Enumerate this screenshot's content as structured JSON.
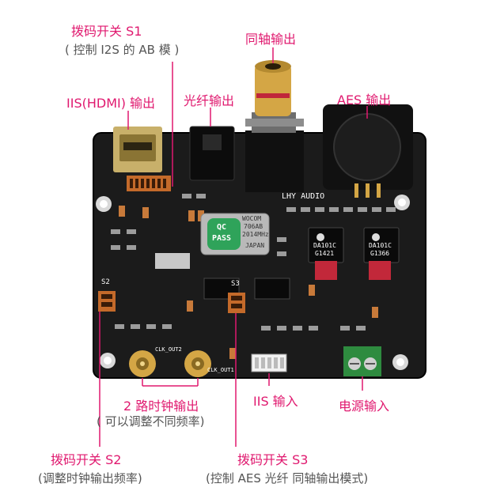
{
  "labels": {
    "s1": "拨码开关 S1",
    "s1_desc": "( 控制 I2S 的 AB 模 )",
    "coax_out": "同轴输出",
    "iis_hdmi_out": "IIS(HDMI) 输出",
    "optical_out": "光纤输出",
    "aes_out": "AES 输出",
    "clock_out": "2 路时钟输出",
    "clock_desc": "( 可以调整不同频率)",
    "iis_in": "IIS 输入",
    "power_in": "电源输入",
    "s2": "拨码开关 S2",
    "s2_desc": "(调整时钟输出频率)",
    "s3": "拨码开关 S3",
    "s3_desc": "(控制 AES 光纤 同轴输出模式)"
  },
  "board_text": {
    "brand": "LHY AUDIO",
    "qc_line1": "QC",
    "qc_line2": "PASS",
    "crystal_line1": "WOCOM",
    "crystal_line2": "706AB",
    "crystal_line3": "2014MHz",
    "crystal_line4": "JAPAN",
    "chip_left_top": "DA101C",
    "chip_left_bottom": "G1421",
    "chip_right_top": "DA101C",
    "chip_right_bottom": "G1366",
    "sw_s2": "S2",
    "sw_s3": "S3",
    "clk_out2": "CLK_OUT2",
    "clk_out1": "CLK_OUT1"
  },
  "colors": {
    "accent": "#e0196f",
    "subtext": "#555555",
    "pcb": "#1b1b1b",
    "gold": "#d4a645",
    "terminal": "#2e8b3f"
  }
}
